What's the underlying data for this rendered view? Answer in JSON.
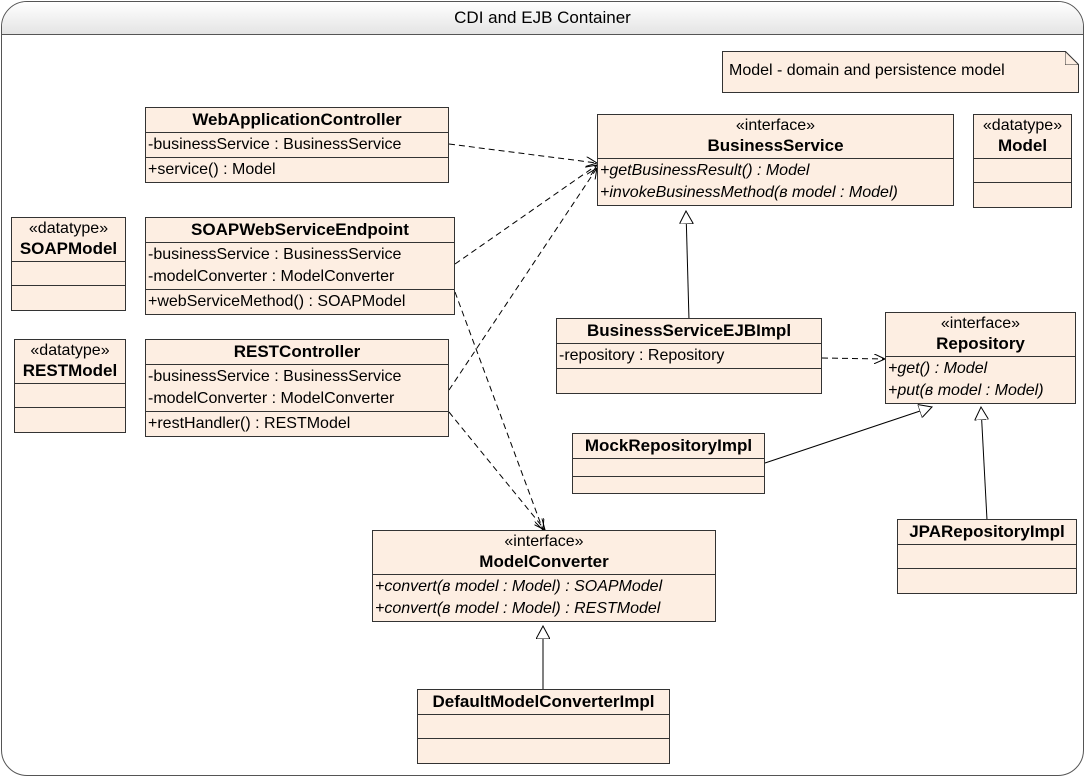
{
  "container": {
    "title": "CDI and EJB Container"
  },
  "note": {
    "text": "Model - domain and persistence model"
  },
  "classes": {
    "web_app_controller": {
      "name": "WebApplicationController",
      "attributes": [
        "-businessService : BusinessService"
      ],
      "operations": [
        "+service() : Model"
      ]
    },
    "soap_endpoint": {
      "name": "SOAPWebServiceEndpoint",
      "attributes": [
        "-businessService : BusinessService",
        "-modelConverter : ModelConverter"
      ],
      "operations": [
        "+webServiceMethod() : SOAPModel"
      ]
    },
    "rest_controller": {
      "name": "RESTController",
      "attributes": [
        "-businessService : BusinessService",
        "-modelConverter : ModelConverter"
      ],
      "operations": [
        "+restHandler() : RESTModel"
      ]
    },
    "soap_model": {
      "stereotype": "«datatype»",
      "name": "SOAPModel"
    },
    "rest_model": {
      "stereotype": "«datatype»",
      "name": "RESTModel"
    },
    "model": {
      "stereotype": "«datatype»",
      "name": "Model"
    },
    "business_service": {
      "stereotype": "«interface»",
      "name": "BusinessService",
      "operations": [
        "+getBusinessResult() : Model",
        "+invokeBusinessMethod(в model : Model)"
      ]
    },
    "business_service_impl": {
      "name": "BusinessServiceEJBImpl",
      "attributes": [
        "-repository : Repository"
      ]
    },
    "repository": {
      "stereotype": "«interface»",
      "name": "Repository",
      "operations": [
        "+get() : Model",
        "+put(в model : Model)"
      ]
    },
    "mock_repository": {
      "name": "MockRepositoryImpl"
    },
    "jpa_repository": {
      "name": "JPARepositoryImpl"
    },
    "model_converter": {
      "stereotype": "«interface»",
      "name": "ModelConverter",
      "operations": [
        "+convert(в model : Model) : SOAPModel",
        "+convert(в model : Model) : RESTModel"
      ]
    },
    "default_model_converter": {
      "name": "DefaultModelConverterImpl"
    }
  }
}
